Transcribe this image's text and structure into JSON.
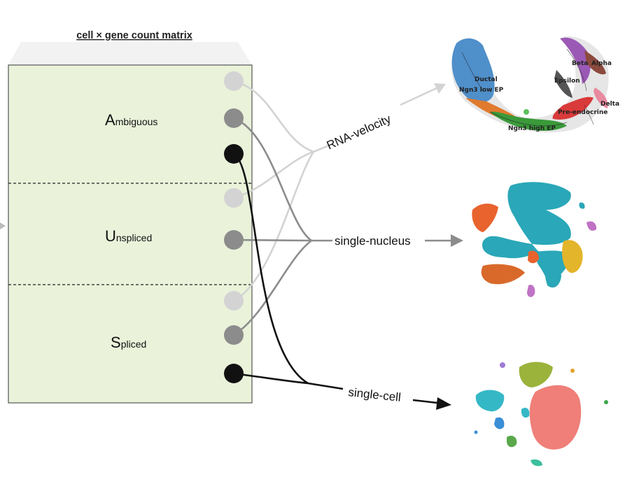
{
  "matrix": {
    "title": "cell × gene count matrix",
    "sections": [
      {
        "initial": "A",
        "rest": "mbiguous"
      },
      {
        "initial": "U",
        "rest": "nspliced"
      },
      {
        "initial": "S",
        "rest": "pliced"
      }
    ]
  },
  "outputs": {
    "rna_velocity": "RNA-velocity",
    "single_nucleus": "single-nucleus",
    "single_cell": "single-cell"
  },
  "umap_labels": [
    "Ductal",
    "Ngn3 low EP",
    "Ngn3 high EP",
    "Pre-endocrine",
    "Beta",
    "Alpha",
    "Epsilon",
    "Delta"
  ],
  "colors": {
    "matrix_fill": "#eaf2da",
    "light_gray": "#d3d3d3",
    "mid_gray": "#8c8c8c",
    "black": "#111111"
  }
}
